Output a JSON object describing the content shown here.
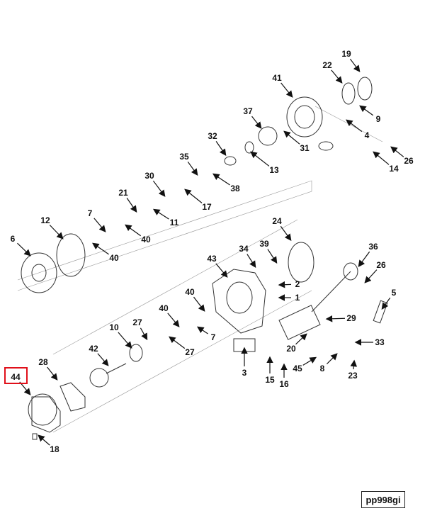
{
  "diagram": {
    "callouts": [
      "19",
      "22",
      "41",
      "9",
      "37",
      "4",
      "32",
      "31",
      "26",
      "35",
      "13",
      "14",
      "30",
      "38",
      "21",
      "17",
      "7",
      "11",
      "12",
      "40",
      "24",
      "6",
      "39",
      "34",
      "36",
      "43",
      "40",
      "26",
      "2",
      "1",
      "5",
      "40",
      "40",
      "29",
      "10",
      "27",
      "7",
      "33",
      "20",
      "27",
      "42",
      "28",
      "8",
      "45",
      "3",
      "23",
      "15",
      "16",
      "44",
      "18"
    ],
    "highlighted_callout": "44",
    "highlight_color": "#e0101a",
    "reference_code": "pp998gi"
  }
}
